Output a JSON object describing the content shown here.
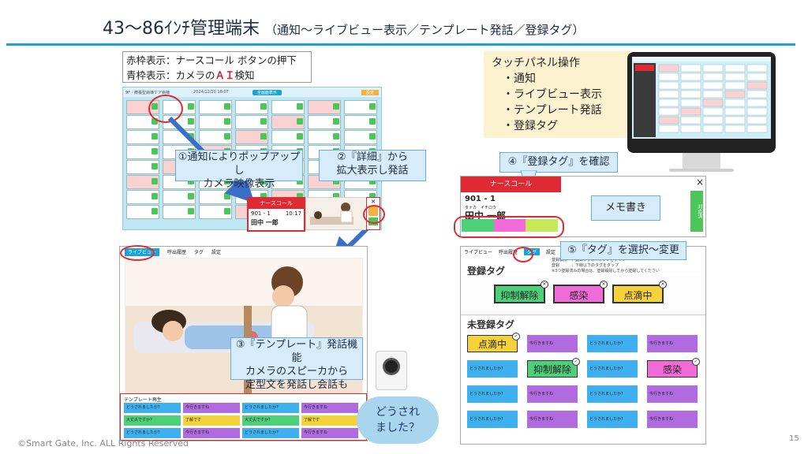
{
  "slide": {
    "title_main": "43〜86ｲﾝﾁ管理端末",
    "title_sub": "（通知〜ライブビュー表示／テンプレート発話／登録タグ）",
    "footer": "©Smart Gate, Inc. ALL Rights Reserved",
    "page_number": "15"
  },
  "legend": {
    "red_prefix": "赤枠表示：ナースコール ボタンの押下",
    "blue_prefix": "青枠表示：カメラの",
    "blue_ai": "ＡＩ",
    "blue_suffix": "検知"
  },
  "tablet": {
    "header_left": "9F - 療養型病棟ケア病棟",
    "header_time": "2024/12/20 16:07",
    "header_btn": "全画面表示",
    "header_right": "設定"
  },
  "callouts": {
    "c1_line1": "①通知によりポップアップし",
    "c1_line2": "カメラ映像表示",
    "c2_line1": "②『詳細』から",
    "c2_line2": "拡大表示し発話",
    "c3_line1": "③『テンプレート』発話機能",
    "c3_line2": "カメラのスピーカから",
    "c3_line3": "定型文を発話し会話も",
    "c4": "④『登録タグ』を確認",
    "c5": "⑤『タグ』を選択〜変更"
  },
  "nurse_popup": {
    "header": "ナースコール",
    "room": "901 - 1",
    "time": "10:17",
    "name": "田中 一郎"
  },
  "side_buttons": {
    "close": "×"
  },
  "live_view": {
    "tabs": [
      "ライブビュー",
      "呼出履歴",
      "タグ",
      "設定"
    ],
    "template_label": "テンプレート再生",
    "templates": [
      {
        "text": "どうされましたか？",
        "color": "blue"
      },
      {
        "text": "今行きますね",
        "color": "purple"
      },
      {
        "text": "どうされましたか？",
        "color": "blue"
      },
      {
        "text": "今行きますね",
        "color": "purple"
      },
      {
        "text": "大丈夫ですか？",
        "color": "green"
      },
      {
        "text": "了解です",
        "color": "yellow"
      },
      {
        "text": "大丈夫ですか？",
        "color": "green"
      },
      {
        "text": "了解です",
        "color": "yellow"
      },
      {
        "text": "どうされましたか？",
        "color": "blue"
      },
      {
        "text": "今行きますね",
        "color": "purple"
      },
      {
        "text": "どうされましたか？",
        "color": "blue"
      },
      {
        "text": "今行きますね",
        "color": "purple"
      }
    ]
  },
  "cloud": {
    "line1": "どうされ",
    "line2": "ました？"
  },
  "touch_panel": {
    "heading": "タッチパネル操作",
    "items": [
      "・通知",
      "・ライブビュー表示",
      "・テンプレート発話",
      "・登録タグ"
    ]
  },
  "detail": {
    "header": "ナースコール",
    "room": "901 - 1",
    "kana": "タナカ　イチロウ",
    "name": "田中 一郎",
    "memo": "メモ書き",
    "close": "×",
    "respond": "対応済"
  },
  "tag_panel": {
    "tabs": [
      "ライブビュー",
      "呼出履歴",
      "タグ",
      "設定"
    ],
    "registered_heading": "登録タグ",
    "hint_lines": [
      "登録解除　：登録タグの×ボタンをタップ",
      "登録　　　：下線以下のタグをタップ",
      "※3つ登録済みの場合は、登録解除してから登録してください"
    ],
    "registered": [
      {
        "text": "抑制解除",
        "color": "#4cd07a"
      },
      {
        "text": "感染",
        "color": "#f06ad8"
      },
      {
        "text": "点滴中",
        "color": "#f6d23a"
      }
    ],
    "unregistered_heading": "未登録タグ",
    "unregistered": [
      {
        "text": "点滴中",
        "color": "yellow",
        "big": true
      },
      {
        "text": "今行きますね",
        "color": "purple"
      },
      {
        "text": "どうされましたか？",
        "color": "blue"
      },
      {
        "text": "今行きますね",
        "color": "purple"
      },
      {
        "text": "どうされましたか？",
        "color": "blue"
      },
      {
        "text": "抑制解除",
        "color": "green",
        "big": true
      },
      {
        "text": "どうされましたか？",
        "color": "blue"
      },
      {
        "text": "感染",
        "color": "pink",
        "big": true
      },
      {
        "text": "どうされましたか？",
        "color": "blue"
      },
      {
        "text": "今行きますね",
        "color": "purple"
      },
      {
        "text": "どうされましたか？",
        "color": "blue"
      },
      {
        "text": "今行きますね",
        "color": "purple"
      },
      {
        "text": "どうされましたか？",
        "color": "blue"
      },
      {
        "text": "今行きますね",
        "color": "purple"
      },
      {
        "text": "どうされましたか？",
        "color": "blue"
      },
      {
        "text": "今行きますね",
        "color": "purple"
      }
    ]
  },
  "colors": {
    "accent": "#1aa3d8",
    "alert": "#e02a33",
    "arrow": "#3a6fc9"
  }
}
